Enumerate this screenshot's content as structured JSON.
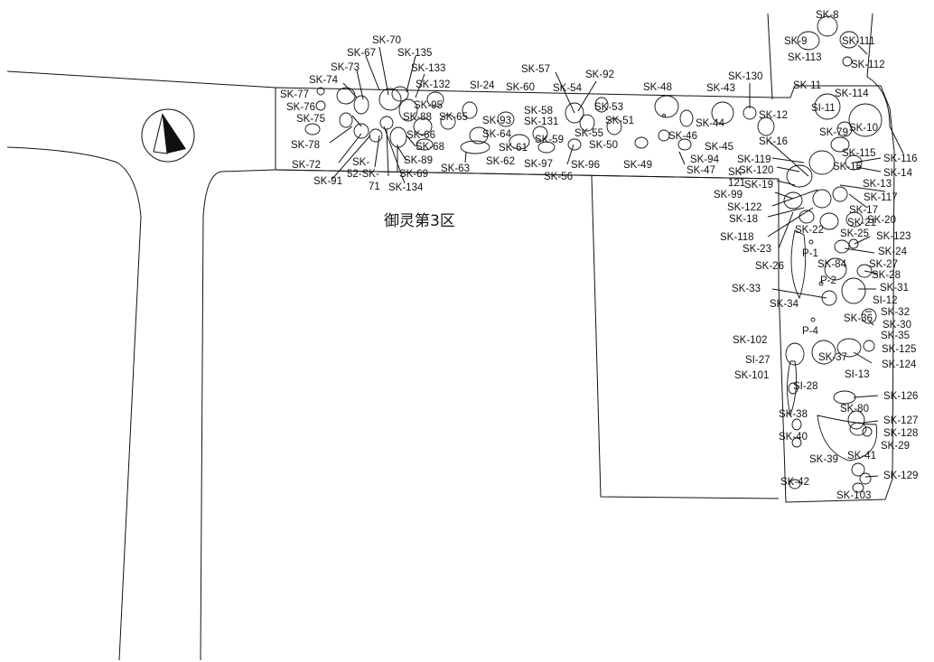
{
  "map": {
    "title": "御灵第3区"
  },
  "labels": [
    "SK-8",
    "SK-9",
    "SK-111",
    "SK-113",
    "SK-112",
    "SK-70",
    "SK-67",
    "SK-135",
    "SK-73",
    "SK-133",
    "SK-74",
    "SK-132",
    "SK-77",
    "SK-76",
    "SK-95",
    "SK-75",
    "SK-88",
    "SK-65",
    "SK-66",
    "SK-78",
    "SK-89",
    "SK-68",
    "SK-72",
    "SK-",
    "52-SK-",
    "SK-69",
    "SK-91",
    "71",
    "SK-134",
    "SK-57",
    "SK-92",
    "SI-24",
    "SK-60",
    "SK-54",
    "SK-48",
    "SK-43",
    "SK-130",
    "SK-11",
    "SK-114",
    "SK-58",
    "SK-53",
    "SK-93",
    "SK-131",
    "SK-51",
    "SK-64",
    "SK-59",
    "SK-55",
    "SK-61",
    "SK-50",
    "SK-63",
    "SK-62",
    "SK-97",
    "SK-96",
    "SK-49",
    "SK-47",
    "SK-56",
    "SK-44",
    "SK-46",
    "SK-45",
    "SK-94",
    "SK-12",
    "SI-11",
    "SK-10",
    "SK-79",
    "SK-16",
    "SK-115",
    "SK-116",
    "SK-15",
    "SK-14",
    "SK-119",
    "SK-",
    "121",
    "SK-120",
    "SK-13",
    "SK-19",
    "SK-117",
    "SK-99",
    "SK-17",
    "SK-122",
    "SK-18",
    "SK-21",
    "SK-20",
    "SK-22",
    "SK-25",
    "SK-123",
    "SK-118",
    "P-1",
    "SK-24",
    "SK-23",
    "SK-27",
    "SK-84",
    "SK-26",
    "SK-28",
    "P-2",
    "SK-31",
    "SK-33",
    "SI-12",
    "SK-34",
    "SK-32",
    "SK-36",
    "SK-30",
    "P-4",
    "SK-35",
    "SK-102",
    "SK-125",
    "SK-37",
    "SI-27",
    "SK-124",
    "SK-101",
    "SI-13",
    "SI-28",
    "SK-126",
    "SK-80",
    "SK-38",
    "SK-127",
    "SK-128",
    "SK-40",
    "SK-29",
    "SK-39",
    "SK-41",
    "SK-42",
    "SK-129",
    "SK-103"
  ]
}
